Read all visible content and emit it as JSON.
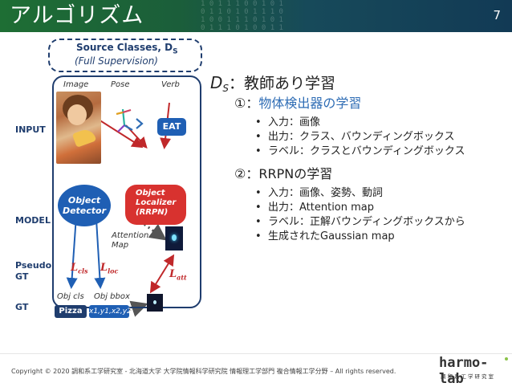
{
  "slide": {
    "title": "アルゴリズム",
    "page_number": "7",
    "header_binary": "1 0 1 1 1 0 0 1 0 1\n0 1 1 0 1 0 1 1 1 0\n1 0 0 1 1 1 0 1 0 1\n0 1 1 1 0 1 0 0 1 1"
  },
  "diagram": {
    "source_title": "Source Classes, D",
    "source_title_sub": "S",
    "source_subtitle": "(Full Supervision)",
    "col_image": "Image",
    "col_pose": "Pose",
    "col_verb": "Verb",
    "row_input": "INPUT",
    "row_model": "MODEL",
    "row_pseudo": "Pseudo",
    "row_pseudo2": "GT",
    "row_gt": "GT",
    "verb_label": "EAT",
    "detector_line1": "Object",
    "detector_line2": "Detector",
    "localizer_line1": "Object",
    "localizer_line2": "Localizer",
    "localizer_line3": "(RRPN)",
    "attention_line1": "Attention",
    "attention_line2": "Map",
    "loss_cls": "Lcls",
    "loss_loc": "Lloc",
    "loss_att": "Latt",
    "obj_cls_label": "Obj cls",
    "obj_bbox_label": "Obj bbox",
    "pizza_label": "Pizza",
    "bbox_label": "x1,y1,x2,y2"
  },
  "content": {
    "heading_ds": "D",
    "heading_ds_sub": "S",
    "heading_rest": "：教師あり学習",
    "section1_prefix": "①：",
    "section1_title": "物体検出器の学習",
    "section1_bullets": [
      "入力：画像",
      "出力：クラス、バウンディングボックス",
      "ラベル：クラスとバウンディングボックス"
    ],
    "section2_title": "②：RRPNの学習",
    "section2_bullets": [
      "入力：画像、姿勢、動詞",
      "出力：Attention map",
      "ラベル：正解バウンディングボックスから"
    ],
    "section2_bullet3_cont": "生成されたGaussian map"
  },
  "footer": {
    "copyright": "Copyright © 2020 調和系工学研究室 - 北海道大学 大学院情報科学研究院 情報理工学部門 複合情報工学分野 – All rights reserved.",
    "logo_text": "harmo-lab",
    "logo_jp": "調和系工学研究室"
  },
  "colors": {
    "header_green": "#1e6e34",
    "header_blue": "#123a55",
    "diagram_navy": "#1f3d6e",
    "diagram_blue": "#1f5fb4",
    "diagram_red": "#d8322f",
    "accent_text": "#2f6db5"
  }
}
